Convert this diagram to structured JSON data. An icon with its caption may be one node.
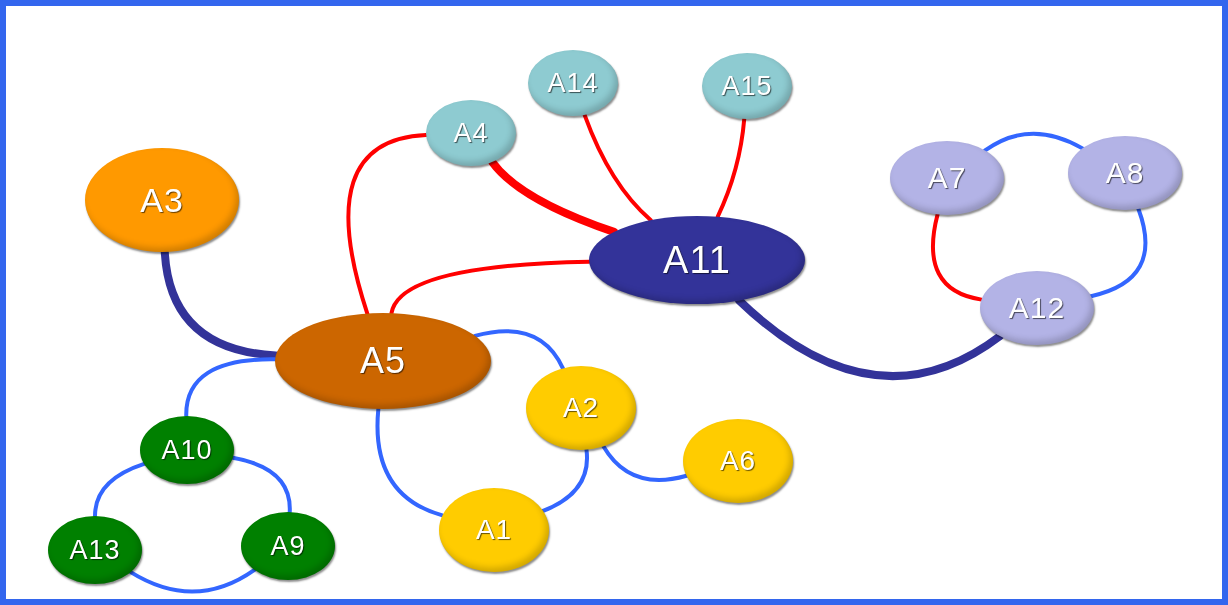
{
  "diagram": {
    "nodes": [
      {
        "text": [
          "A14"
        ]
      },
      {
        "text": [
          "A15"
        ]
      },
      {
        "text": [
          "A4"
        ]
      },
      {
        "text": [
          "A3"
        ]
      },
      {
        "text": [
          "A7"
        ]
      },
      {
        "text": [
          "A8"
        ]
      },
      {
        "text": [
          "A11"
        ]
      },
      {
        "text": [
          "A12"
        ]
      },
      {
        "text": [
          "A5"
        ]
      },
      {
        "text": [
          "A2"
        ]
      },
      {
        "text": [
          "A6"
        ]
      },
      {
        "text": [
          "A10"
        ]
      },
      {
        "text": [
          "A1"
        ]
      },
      {
        "text": [
          "A13"
        ]
      },
      {
        "text": [
          "A9"
        ]
      }
    ],
    "edges": [
      {
        "from": 3,
        "to": 8,
        "arrow": "none",
        "style": "thick",
        "color": "#333399"
      },
      {
        "from": 2,
        "to": 8,
        "arrow": "none",
        "color": "#ff0000"
      },
      {
        "from": 2,
        "to": 6,
        "arrow": "none",
        "style": "thick",
        "color": "#ff0000"
      },
      {
        "from": 0,
        "to": 6,
        "arrow": "none",
        "color": "#ff0000"
      },
      {
        "from": 1,
        "to": 6,
        "arrow": "none",
        "color": "#ff0000"
      },
      {
        "from": 8,
        "to": 6,
        "arrow": "none",
        "color": "#ff0000"
      },
      {
        "from": 6,
        "to": 7,
        "arrow": "none",
        "style": "thick",
        "color": "#333399"
      },
      {
        "from": 4,
        "to": 5,
        "arrow": "none"
      },
      {
        "from": 5,
        "to": 7,
        "arrow": "none"
      },
      {
        "from": 4,
        "to": 7,
        "arrow": "none",
        "color": "#ff0000"
      },
      {
        "from": 8,
        "to": 9,
        "arrow": "none"
      },
      {
        "from": 8,
        "to": 12,
        "arrow": "none"
      },
      {
        "from": 12,
        "to": 9,
        "arrow": "none"
      },
      {
        "from": 9,
        "to": 10,
        "arrow": "none"
      },
      {
        "from": 8,
        "to": 11,
        "arrow": "none"
      },
      {
        "from": 11,
        "to": 13,
        "arrow": "none"
      },
      {
        "from": 11,
        "to": 14,
        "arrow": "none"
      },
      {
        "from": 13,
        "to": 14,
        "arrow": "none"
      }
    ]
  }
}
